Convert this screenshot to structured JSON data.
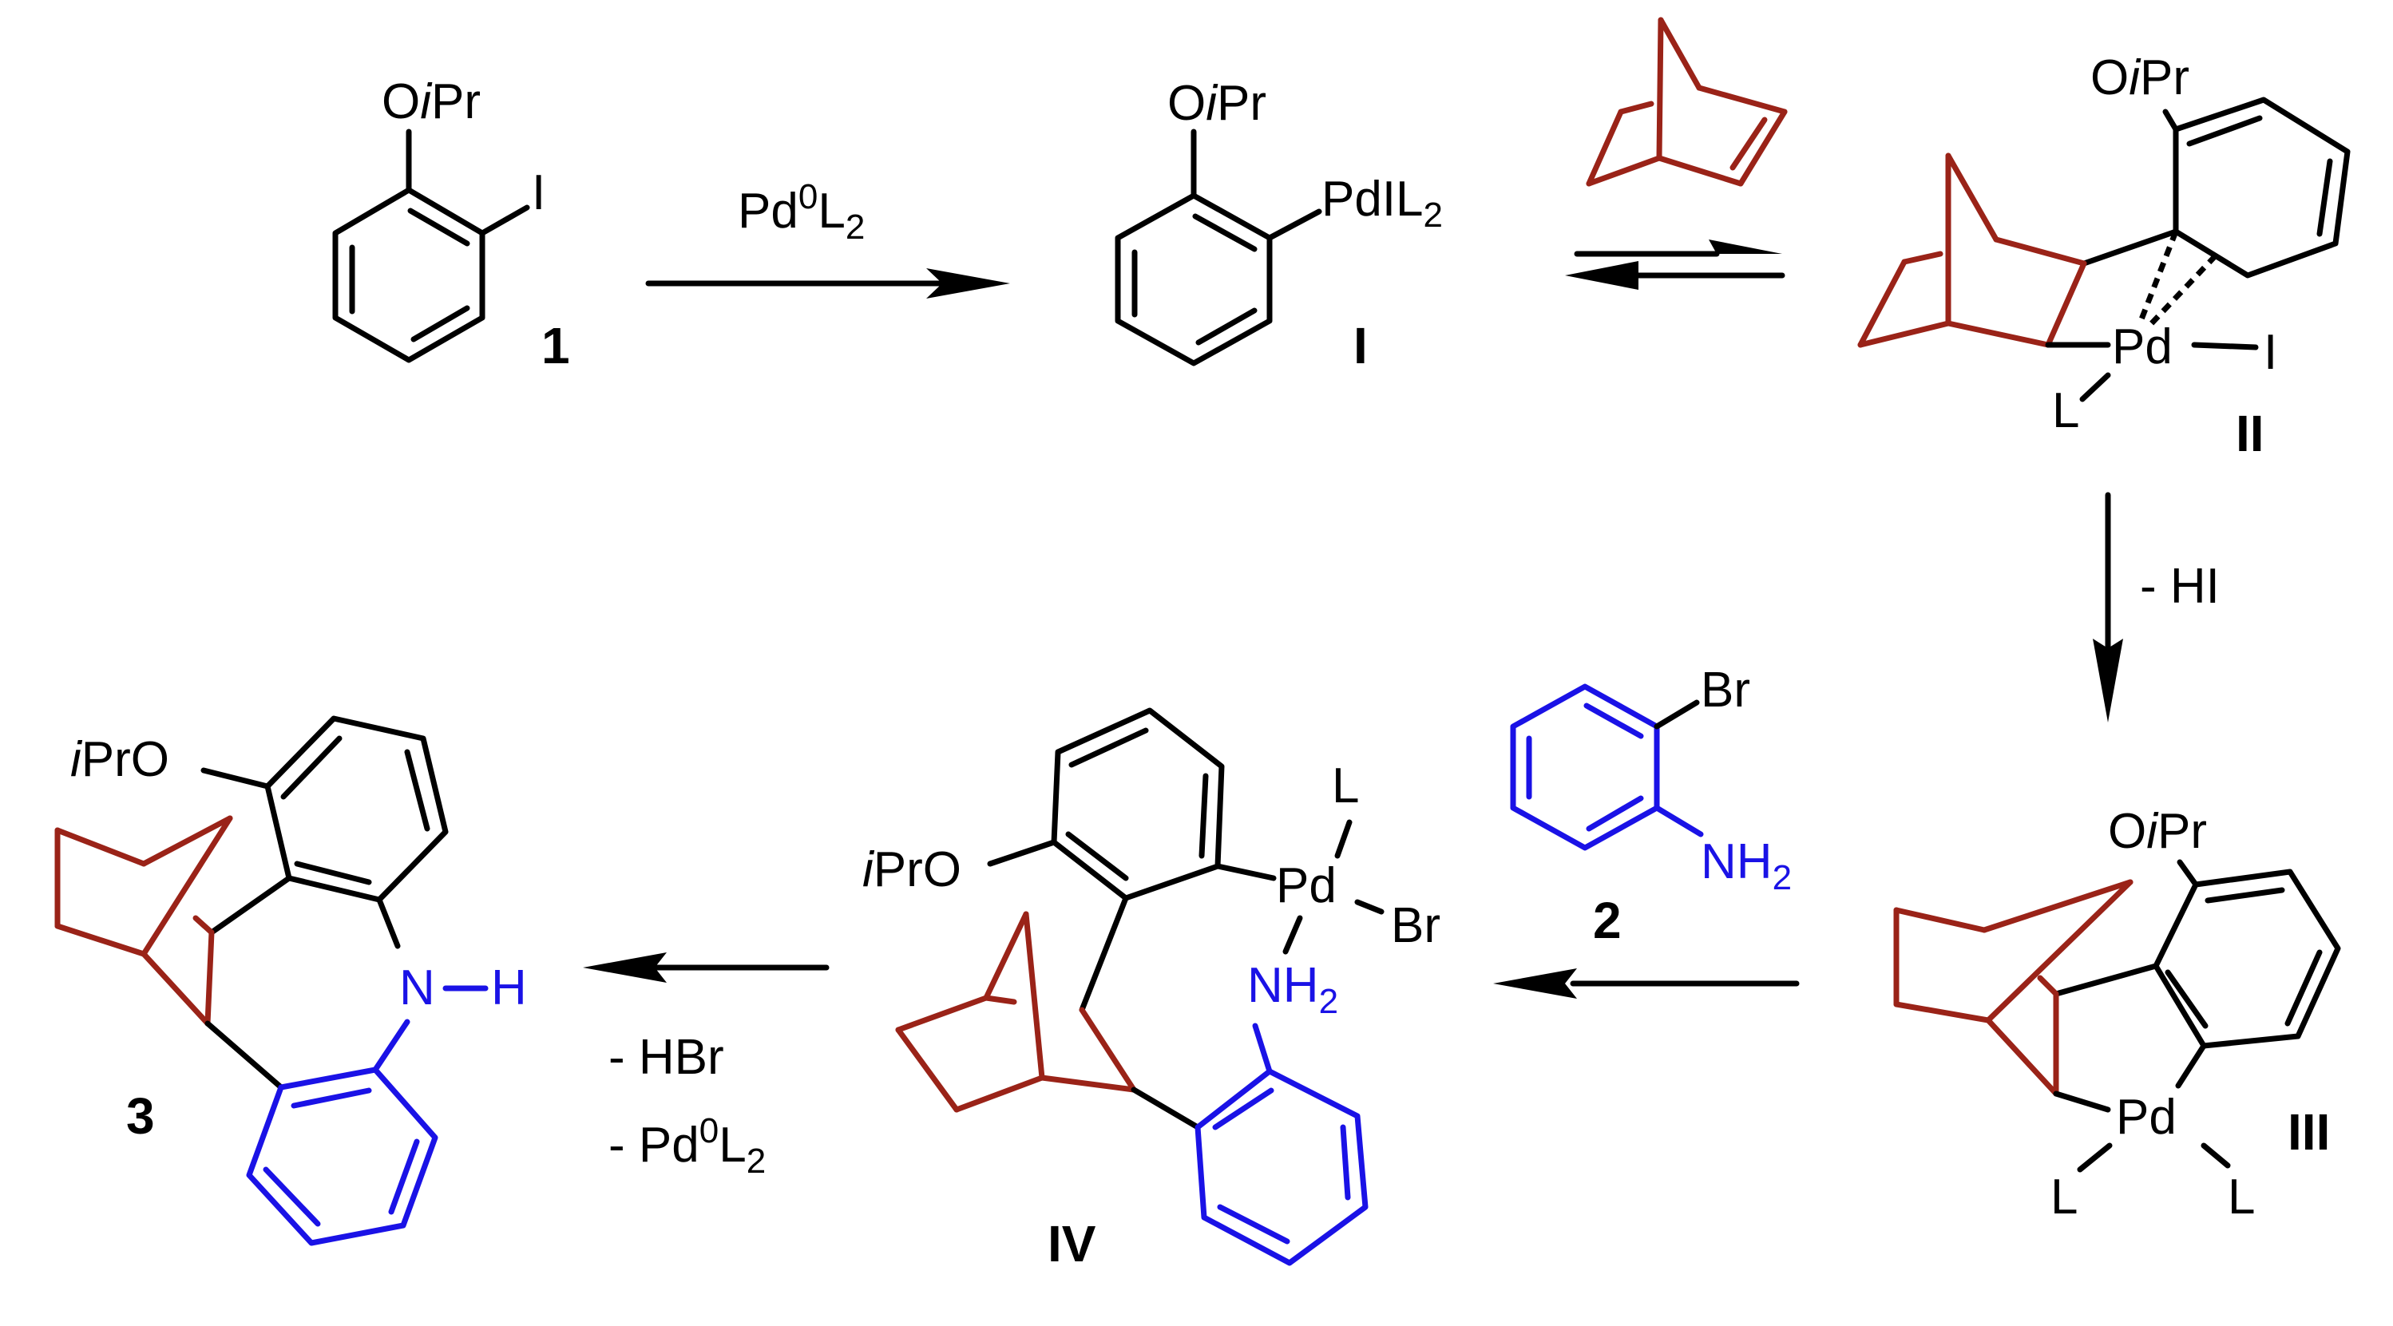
{
  "colors": {
    "black": "#000000",
    "norbornene": "#9a2318",
    "aniline": "#1a12e6"
  },
  "compound_1": {
    "substituent": "OiPr",
    "halide": "I",
    "number": "1"
  },
  "step_1": {
    "reagent": "Pd0L2"
  },
  "intermediate_I": {
    "substituent": "OiPr",
    "pd_group": "PdIL2",
    "number": "I"
  },
  "intermediate_II": {
    "substituent": "OiPr",
    "metal": "Pd",
    "halide": "I",
    "ligand": "L",
    "number": "II"
  },
  "step_3": {
    "byproduct": "- HI"
  },
  "intermediate_III": {
    "substituent": "OiPr",
    "metal": "Pd",
    "ligand_1": "L",
    "ligand_2": "L",
    "number": "III"
  },
  "compound_2": {
    "halide": "Br",
    "amine": "NH2",
    "number": "2"
  },
  "intermediate_IV": {
    "substituent": "iPrO",
    "metal": "Pd",
    "ligand": "L",
    "halide": "Br",
    "amine": "NH2",
    "number": "IV"
  },
  "step_5": {
    "byproduct_1": "- HBr",
    "byproduct_2": "- Pd0L2"
  },
  "product_3": {
    "substituent": "iPrO",
    "nh": "N",
    "h": "H",
    "number": "3"
  }
}
